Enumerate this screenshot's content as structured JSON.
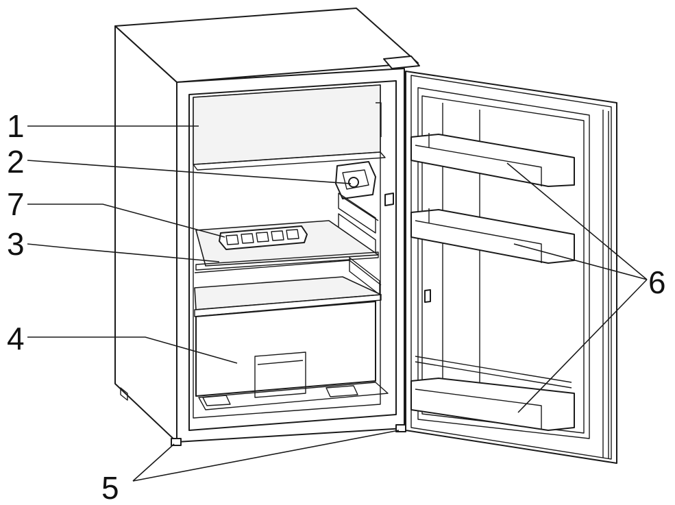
{
  "callouts": [
    {
      "id": "1",
      "label": "1"
    },
    {
      "id": "2",
      "label": "2"
    },
    {
      "id": "7",
      "label": "7"
    },
    {
      "id": "3",
      "label": "3"
    },
    {
      "id": "4",
      "label": "4"
    },
    {
      "id": "5",
      "label": "5"
    },
    {
      "id": "6",
      "label": "6"
    }
  ]
}
